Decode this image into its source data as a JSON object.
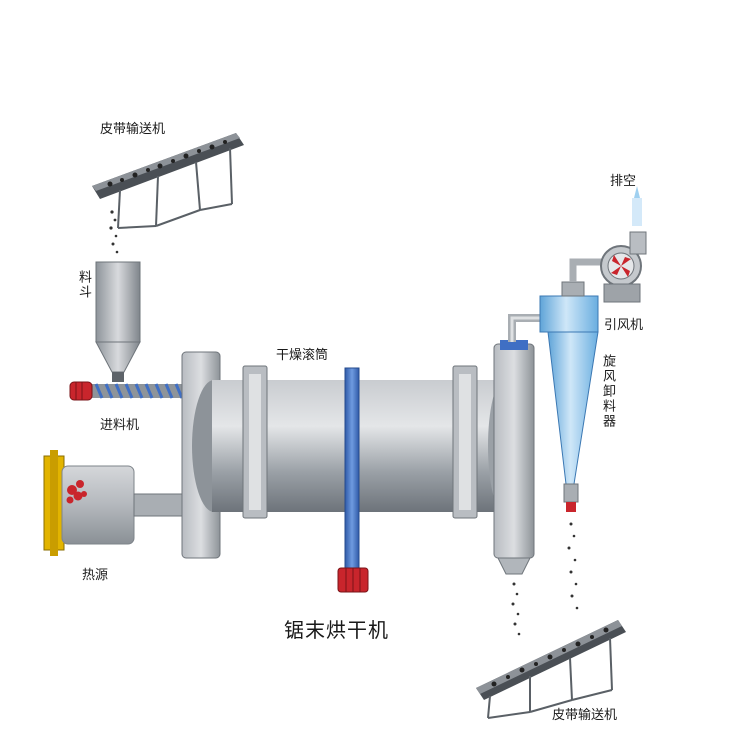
{
  "labels": {
    "belt_top": "皮带输送机",
    "hopper": "料斗",
    "feeder": "进料机",
    "heat_source": "热源",
    "drum": "干燥滚筒",
    "exhaust": "排空",
    "fan": "引风机",
    "cyclone": "旋风卸料器",
    "belt_bottom": "皮带输送机",
    "title": "锯末烘干机"
  },
  "colors": {
    "steel": "#a9aeb3",
    "steel_dark": "#6f757b",
    "accent_blue": "#3f6fc4",
    "cyclone_blue": "#8ec4ec",
    "motor_red": "#c9252c",
    "burner_yellow": "#e2b400"
  }
}
